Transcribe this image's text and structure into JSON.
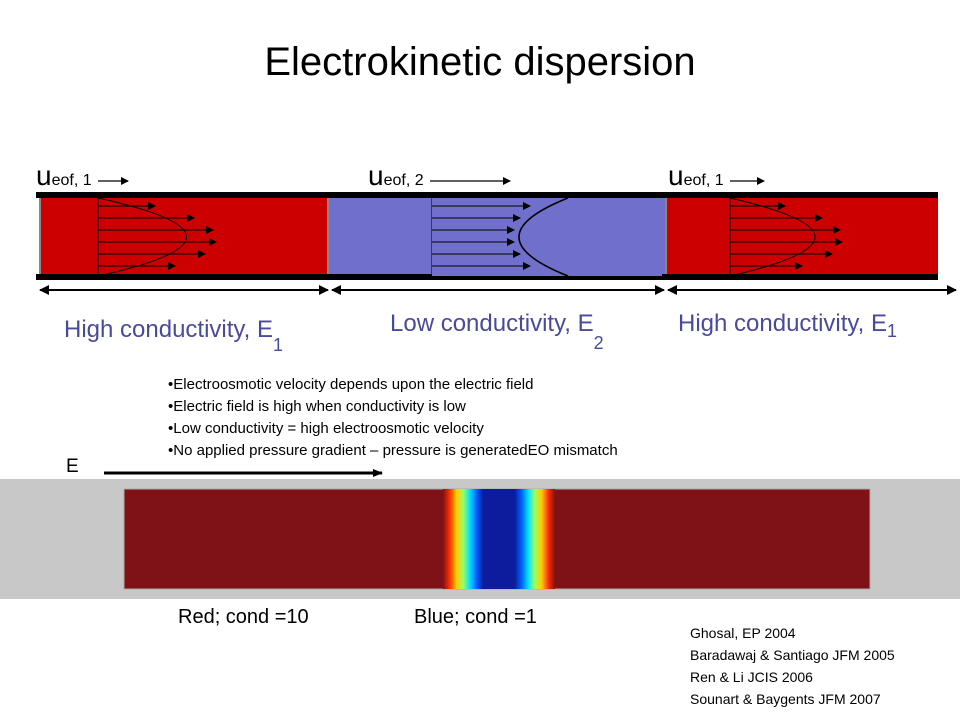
{
  "title": "Electrokinetic dispersion",
  "velocity_labels": [
    {
      "symbol": "u",
      "subscript": "eof, 1"
    },
    {
      "symbol": "u",
      "subscript": "eof, 2"
    },
    {
      "symbol": "u",
      "subscript": "eof, 1"
    }
  ],
  "regions": [
    {
      "label": "High conductivity, E",
      "subscript": "1"
    },
    {
      "label": "Low conductivity, E",
      "subscript": "2"
    },
    {
      "label": "High conductivity, E",
      "subscript": "1"
    }
  ],
  "bullets": [
    "Electroosmotic velocity depends upon the electric field",
    "Electric field is high when conductivity is low",
    "Low conductivity = high electroosmotic velocity",
    "No applied pressure gradient – pressure is generatedEO mismatch"
  ],
  "field_label": "E",
  "legend": {
    "red": "Red; cond =10",
    "blue": "Blue; cond =1"
  },
  "references": [
    "Ghosal, EP 2004",
    "Baradawaj & Santiago JFM 2005",
    "Ren & Li JCIS 2006",
    "Sounart & Baygents JFM 2007"
  ],
  "colors": {
    "high_conductivity": "#cc0000",
    "low_conductivity": "#7070cc",
    "strip_red": "#7e1216",
    "strip_blue": "#0c1c9c",
    "region_label": "#4a4a9a",
    "strip_background": "#c8c8c8"
  }
}
